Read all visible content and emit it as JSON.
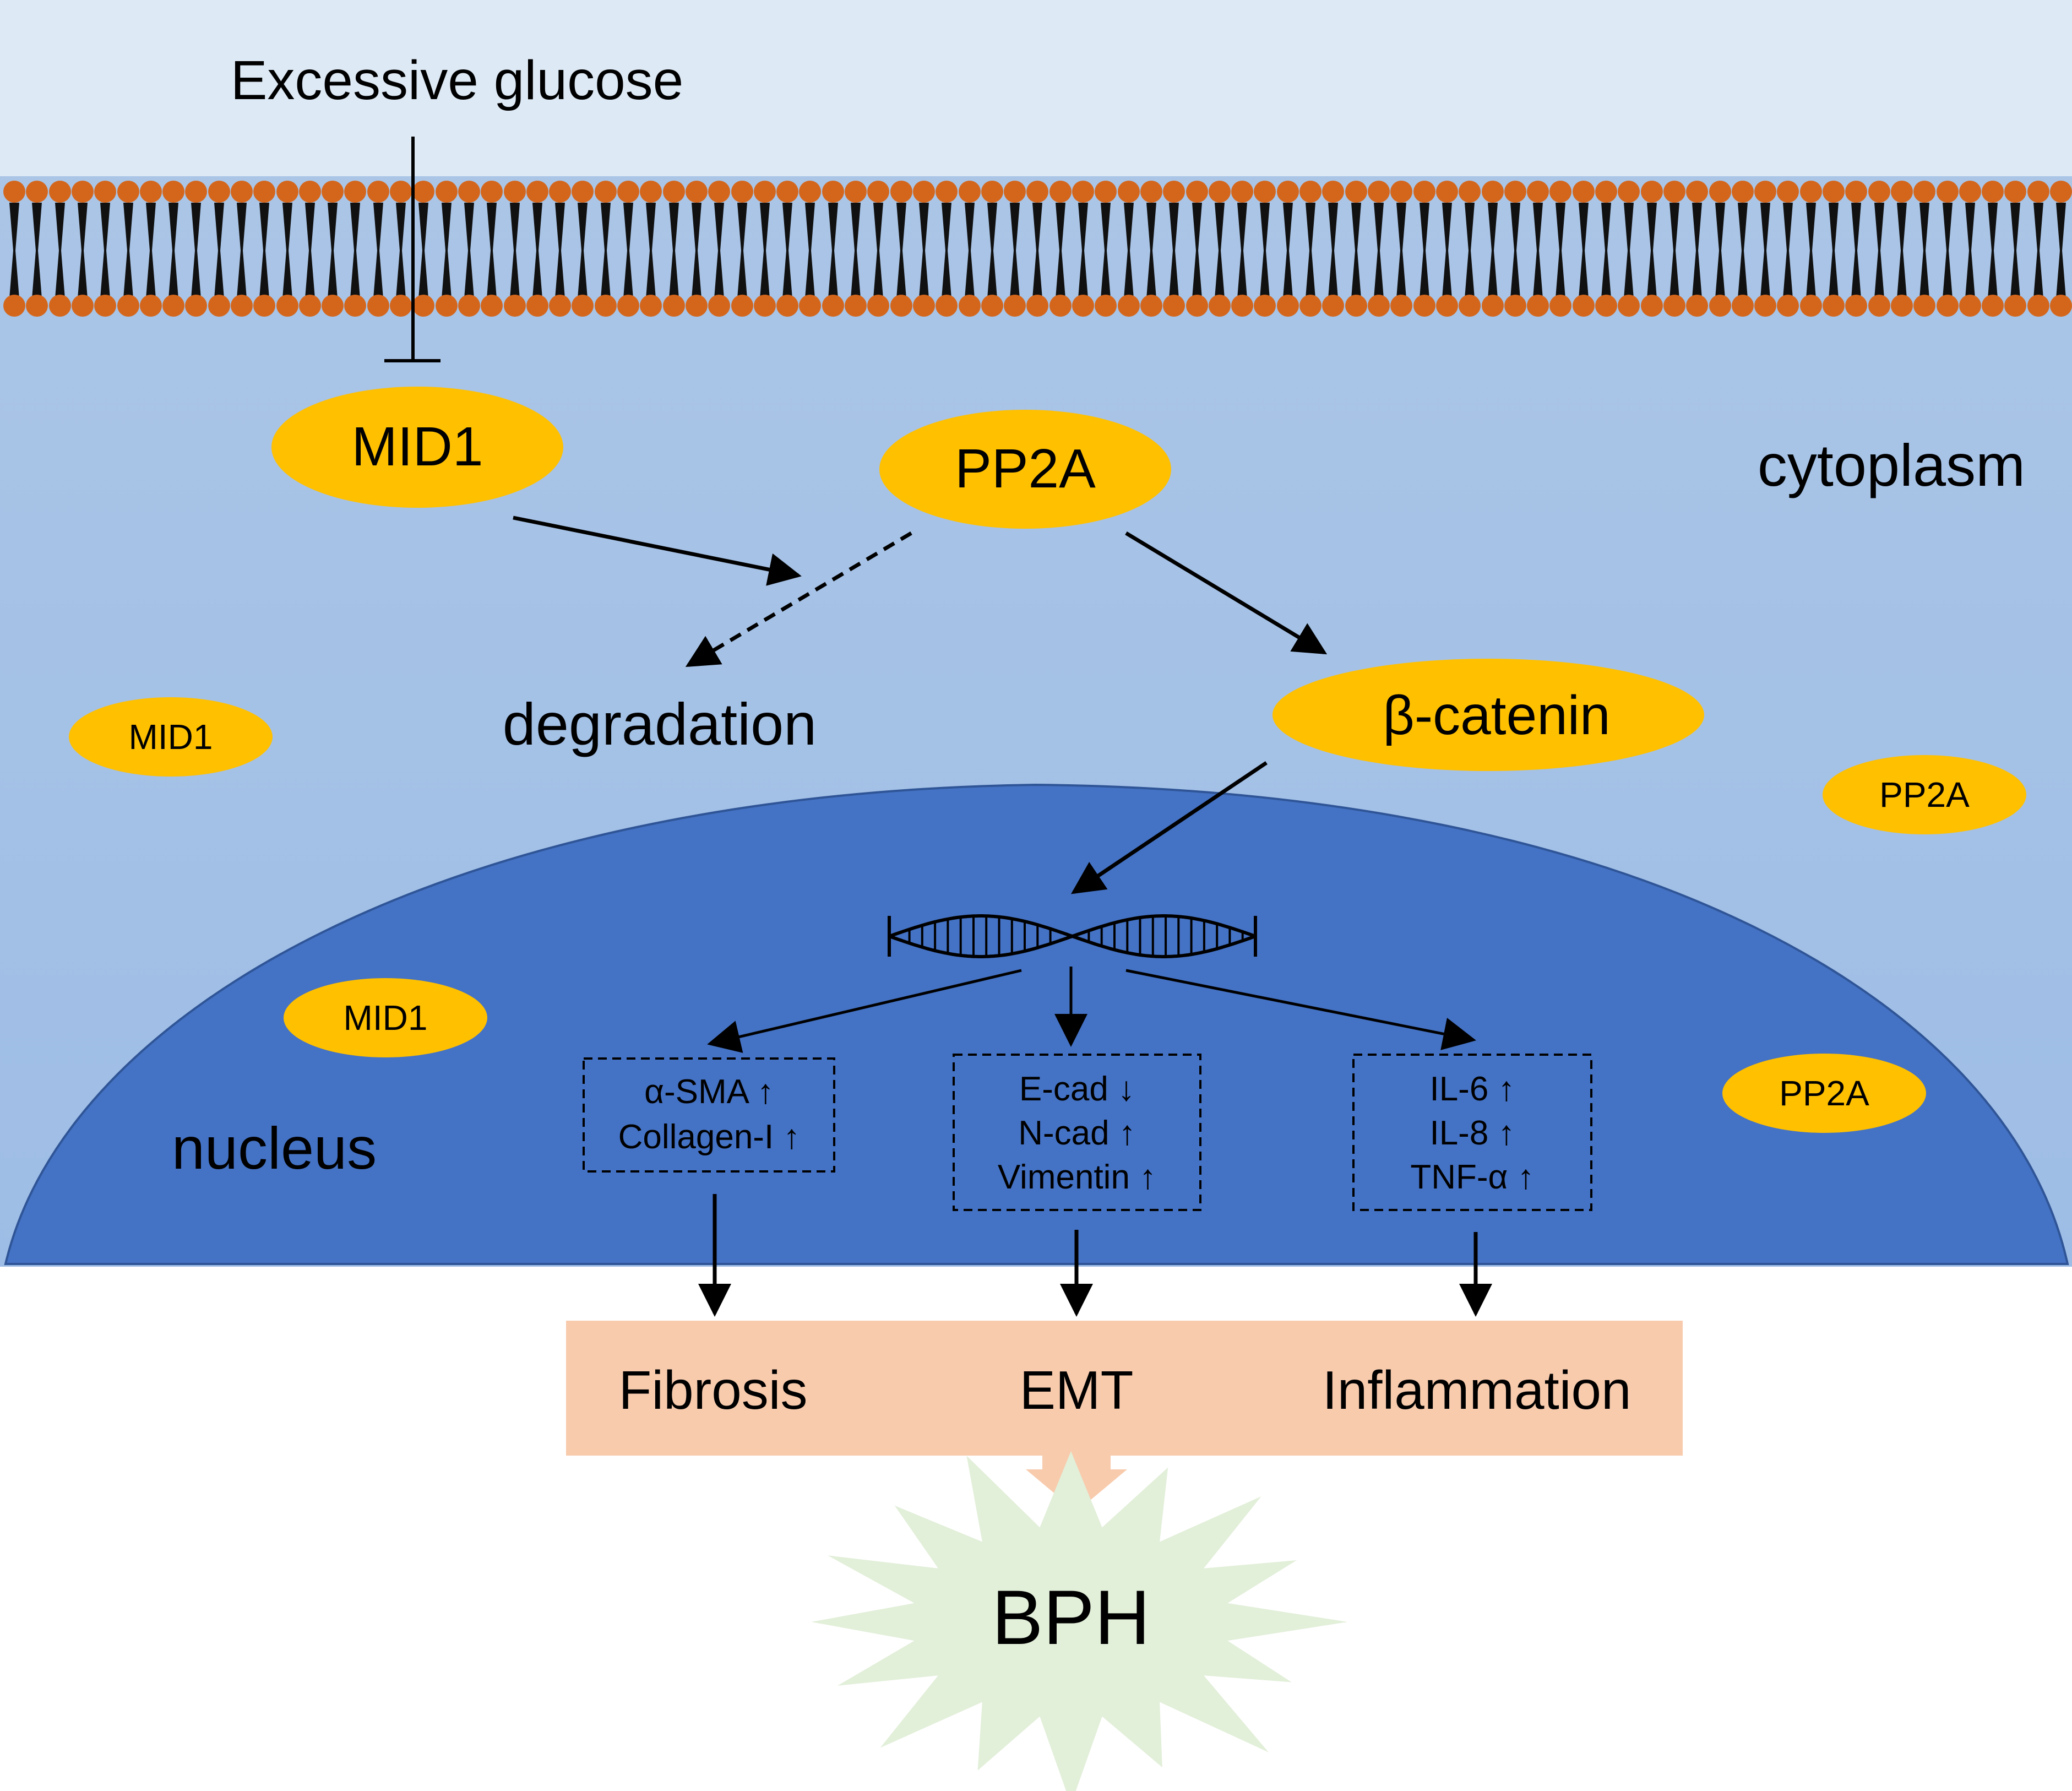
{
  "stimulus": "Excessive glucose",
  "regions": {
    "cytoplasm": "cytoplasm",
    "nucleus": "nucleus"
  },
  "proteins": {
    "mid1_main": "MID1",
    "pp2a_main": "PP2A",
    "beta_catenin": "β-catenin",
    "mid1_cyto": "MID1",
    "pp2a_cyto": "PP2A",
    "mid1_nuc": "MID1",
    "pp2a_nuc": "PP2A"
  },
  "degradation": "degradation",
  "markers": {
    "fibrosis": [
      "α-SMA ↑",
      "Collagen-I ↑"
    ],
    "emt": [
      "E-cad ↓",
      "N-cad ↑",
      "Vimentin ↑"
    ],
    "inflammation": [
      "IL-6 ↑",
      "IL-8 ↑",
      "TNF-α ↑"
    ]
  },
  "outcomes": {
    "fibrosis": "Fibrosis",
    "emt": "EMT",
    "inflammation": "Inflammation"
  },
  "disease": "BPH",
  "colors": {
    "extracellular": "#dde9f5",
    "cytoplasm_top": "#a9c4e6",
    "cytoplasm_bottom": "#9dbde6",
    "nucleus": "#4472c4",
    "protein": "#ffc000",
    "lipid_head": "#d4661c",
    "outcome_box": "#f8cbad",
    "burst": "#e2efd9"
  },
  "icons": {
    "dna": "dna-helix-icon",
    "burst": "explosion-burst-shape"
  }
}
